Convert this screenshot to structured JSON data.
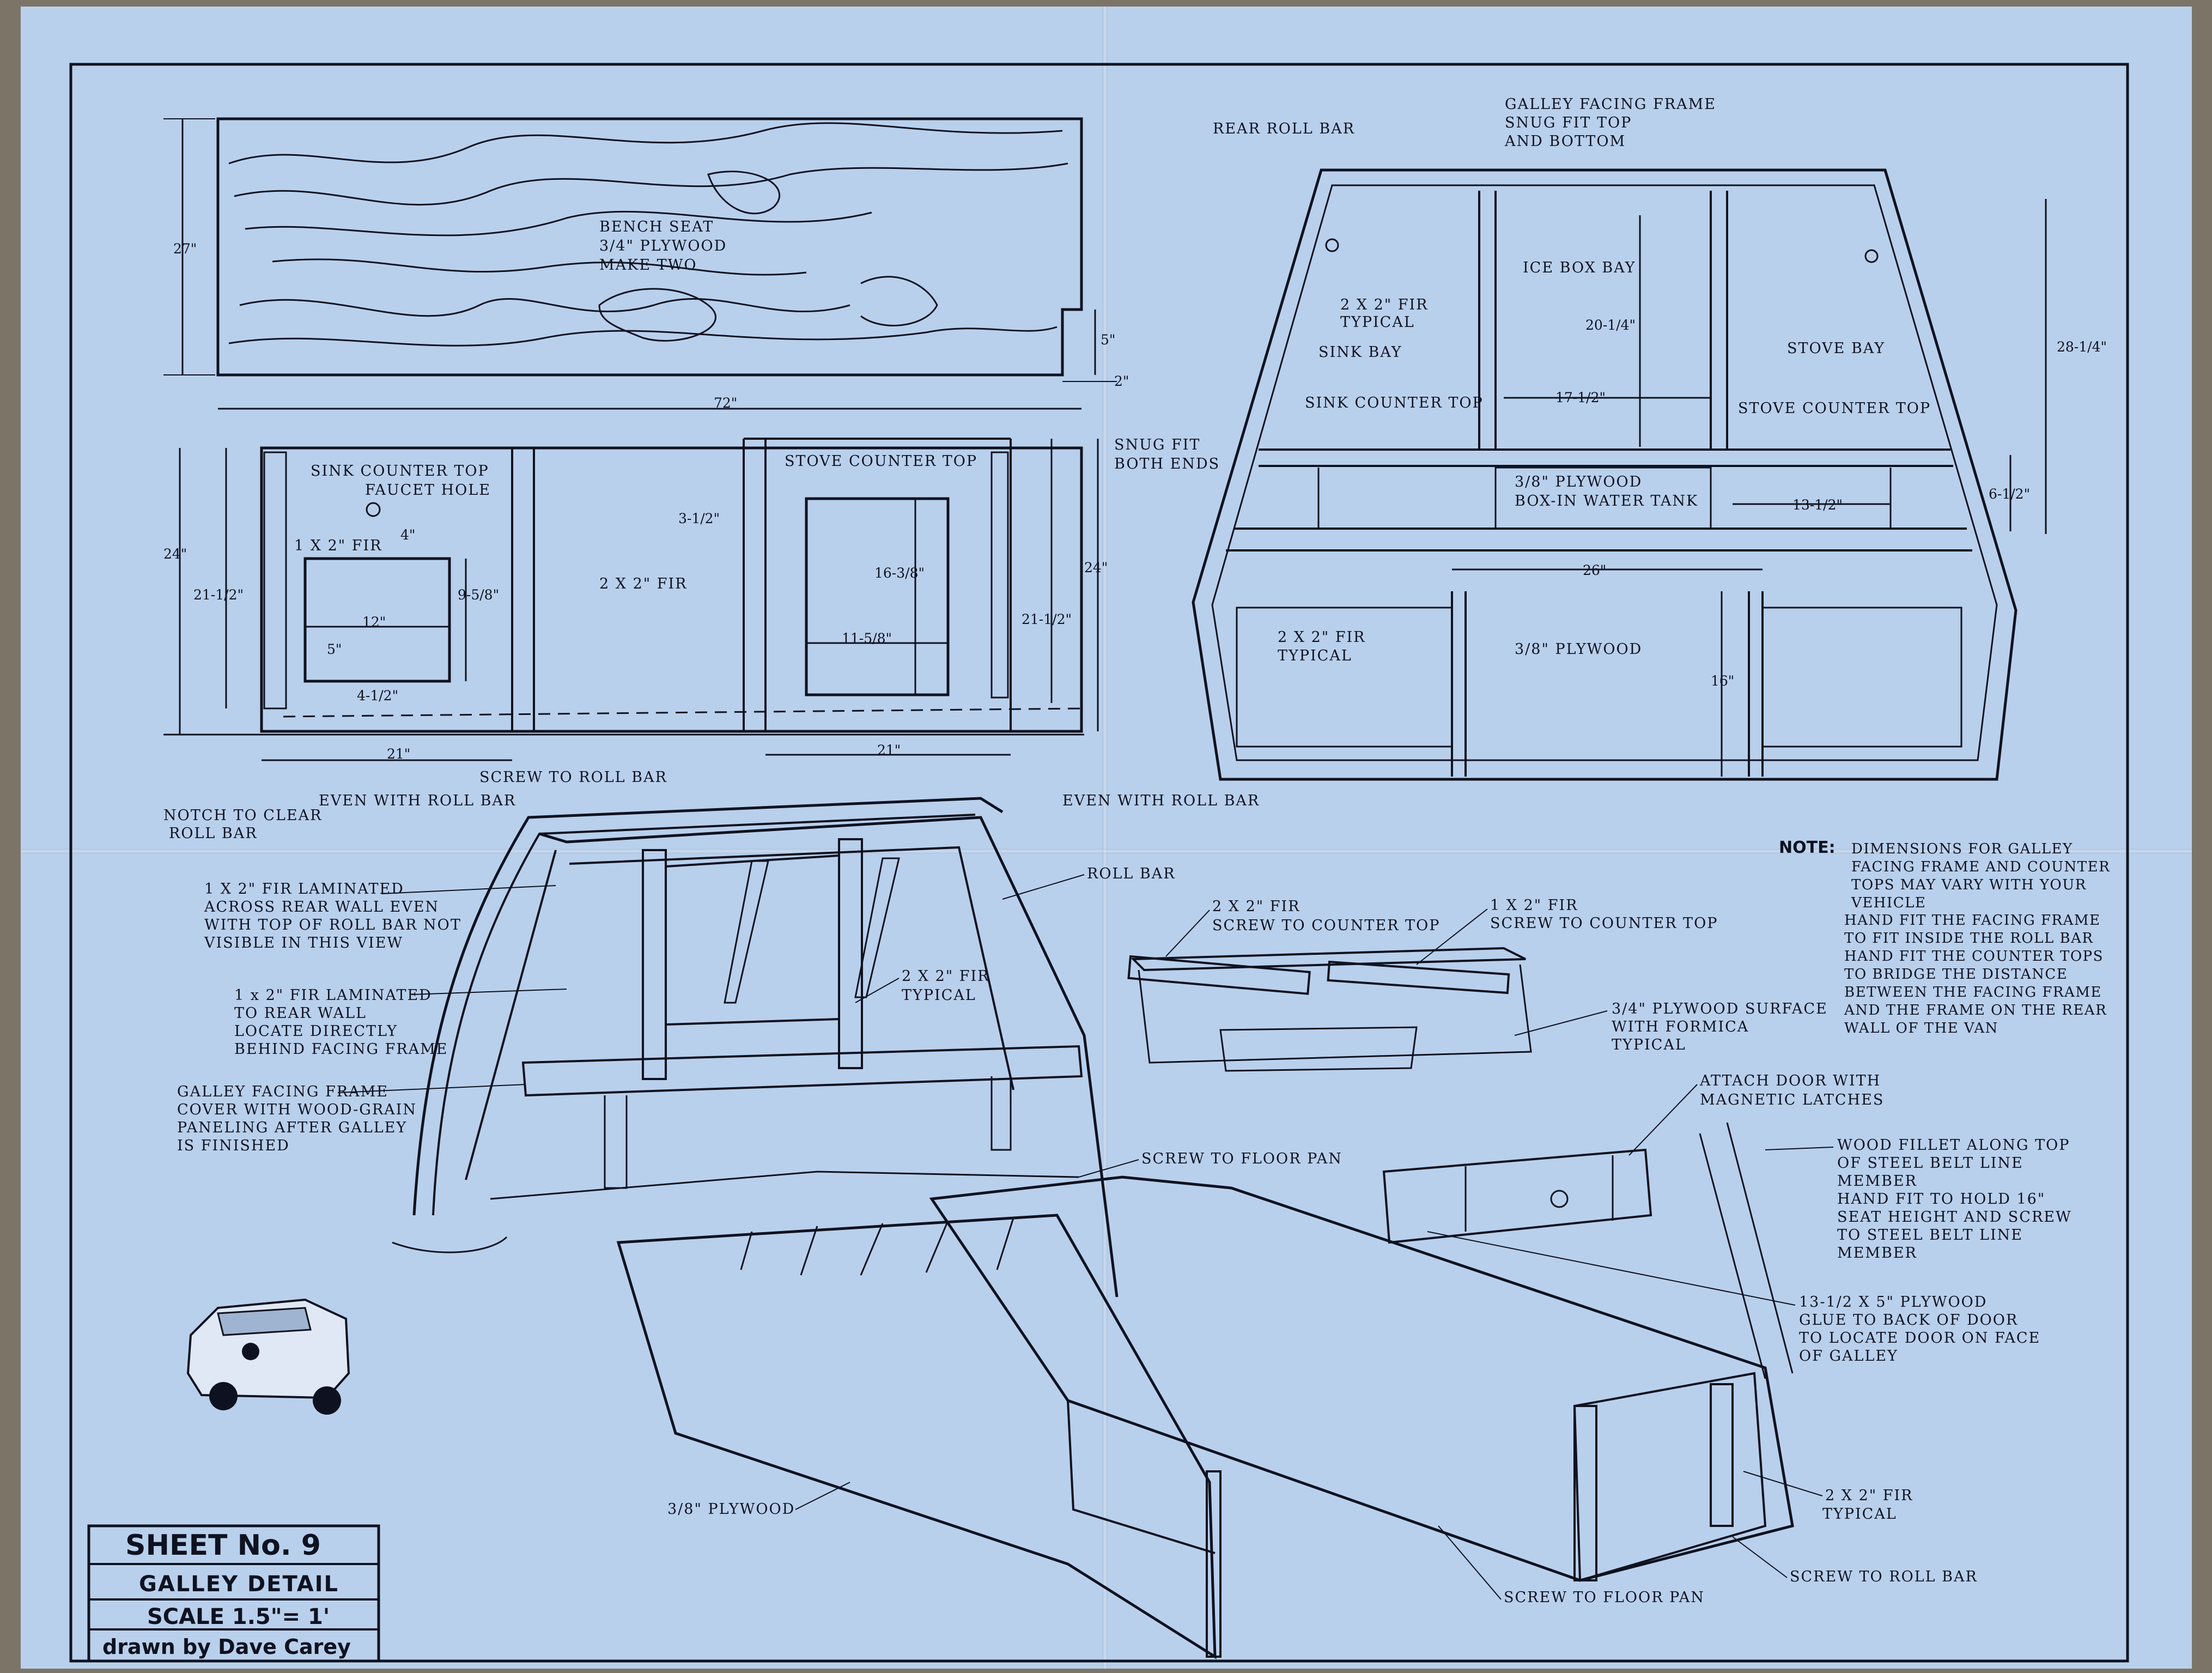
{
  "bench_seat": {
    "line1": "BENCH SEAT",
    "line2": "3/4\" PLYWOOD",
    "line3": "MAKE TWO",
    "dim_height": "27\"",
    "dim_width": "72\"",
    "dim_notch_h": "5\"",
    "dim_notch_w": "2\""
  },
  "front_elevation": {
    "sink_counter_top": "SINK COUNTER TOP",
    "faucet_hole": "FAUCET HOLE",
    "fir_1x2": "1 X 2\" FIR",
    "fir_2x2": "2 X 2\" FIR",
    "stove_counter_top": "STOVE COUNTER TOP",
    "dim_24_left": "24\"",
    "dim_21_5_left": "21-1/2\"",
    "dim_4": "4\"",
    "dim_12": "12\"",
    "dim_5": "5\"",
    "dim_4_5": "4-1/2\"",
    "dim_9_58": "9-5/8\"",
    "dim_3_5": "3-1/2\"",
    "dim_16_38": "16-3/8\"",
    "dim_11_58": "11-5/8\"",
    "dim_21_5_right": "21-1/2\"",
    "dim_24_right": "24\"",
    "dim_21_a": "21\"",
    "dim_21_b": "21\"",
    "notch_line1": "NOTCH TO CLEAR",
    "notch_line2": "ROLL BAR",
    "even_roll_bar_1": "EVEN WITH ROLL BAR",
    "screw_roll_bar": "SCREW TO ROLL BAR",
    "even_roll_bar_2": "EVEN WITH ROLL BAR"
  },
  "top_right": {
    "rear_roll_bar": "REAR ROLL BAR",
    "galley_frame_1": "GALLEY FACING FRAME",
    "galley_frame_2": "SNUG FIT TOP",
    "galley_frame_3": "AND BOTTOM",
    "ice_box_bay": "ICE BOX BAY",
    "fir_typ_1": "2 X 2\" FIR",
    "fir_typ_2": "TYPICAL",
    "sink_bay": "SINK BAY",
    "stove_bay": "STOVE BAY",
    "dim_20_14": "20-1/4\"",
    "dim_28_14": "28-1/4\"",
    "sink_counter_top": "SINK COUNTER TOP",
    "dim_17_12": "17-1/2\"",
    "stove_counter_top": "STOVE COUNTER TOP",
    "snug_fit_1": "SNUG FIT",
    "snug_fit_2": "BOTH ENDS",
    "plywood_38": "3/8\" PLYWOOD",
    "box_in": "BOX-IN WATER TANK",
    "dim_13_12": "13-1/2\"",
    "dim_6_12": "6-1/2\"",
    "dim_26": "26\"",
    "fir_typ_b1": "2 X 2\" FIR",
    "fir_typ_b2": "TYPICAL",
    "plywood_38_b": "3/8\" PLYWOOD",
    "dim_16": "16\""
  },
  "perspective": {
    "fir_lam_1": "1 X 2\" FIR LAMINATED",
    "fir_lam_2": "ACROSS REAR WALL EVEN",
    "fir_lam_3": "WITH TOP OF ROLL BAR NOT",
    "fir_lam_4": "VISIBLE IN THIS VIEW",
    "roll_bar": "ROLL BAR",
    "fir_lam_b1": "1 x 2\" FIR LAMINATED",
    "fir_lam_b2": "TO REAR WALL",
    "fir_lam_b3": "LOCATE DIRECTLY",
    "fir_lam_b4": "BEHIND FACING FRAME",
    "fir_typ_1": "2 X 2\" FIR",
    "fir_typ_2": "TYPICAL",
    "gff_1": "GALLEY FACING FRAME",
    "gff_2": "COVER WITH WOOD-GRAIN",
    "gff_3": "PANELING AFTER GALLEY",
    "gff_4": "IS FINISHED",
    "screw_floor_pan": "SCREW TO FLOOR PAN",
    "fir2_1": "2 X 2\" FIR",
    "fir2_2": "SCREW TO COUNTER TOP",
    "fir1_1": "1 X 2\" FIR",
    "fir1_2": "SCREW TO COUNTER TOP",
    "ply34_1": "3/4\" PLYWOOD SURFACE",
    "ply34_2": "WITH FORMICA",
    "ply34_3": "TYPICAL",
    "attach_1": "ATTACH DOOR WITH",
    "attach_2": "MAGNETIC LATCHES",
    "fillet_1": "WOOD FILLET ALONG TOP",
    "fillet_2": "OF STEEL BELT LINE",
    "fillet_3": "MEMBER",
    "fillet_4": "HAND FIT TO HOLD 16\"",
    "fillet_5": "SEAT HEIGHT AND SCREW",
    "fillet_6": "TO STEEL BELT LINE",
    "fillet_7": "MEMBER",
    "door_1": "13-1/2 X 5\" PLYWOOD",
    "door_2": "GLUE TO BACK OF DOOR",
    "door_3": "TO LOCATE DOOR ON FACE",
    "door_4": "OF GALLEY",
    "ply38": "3/8\" PLYWOOD",
    "fir_b1": "2 X 2\" FIR",
    "fir_b2": "TYPICAL",
    "screw_roll_bar": "SCREW TO ROLL BAR",
    "screw_floor_pan_b": "SCREW TO FLOOR PAN"
  },
  "note": {
    "heading": "NOTE:",
    "lines": [
      "DIMENSIONS FOR GALLEY",
      "FACING FRAME AND COUNTER",
      "TOPS MAY VARY WITH YOUR",
      "VEHICLE",
      "HAND FIT THE FACING FRAME",
      "TO FIT INSIDE THE ROLL BAR",
      "HAND FIT THE COUNTER TOPS",
      "TO BRIDGE THE DISTANCE",
      "BETWEEN THE FACING FRAME",
      "AND THE FRAME ON THE REAR",
      "WALL OF THE VAN"
    ]
  },
  "title_block": {
    "sheet": "SHEET No. 9",
    "name": "GALLEY DETAIL",
    "scale": "SCALE  1.5\"= 1'",
    "drawn": "drawn by Dave Carey"
  }
}
